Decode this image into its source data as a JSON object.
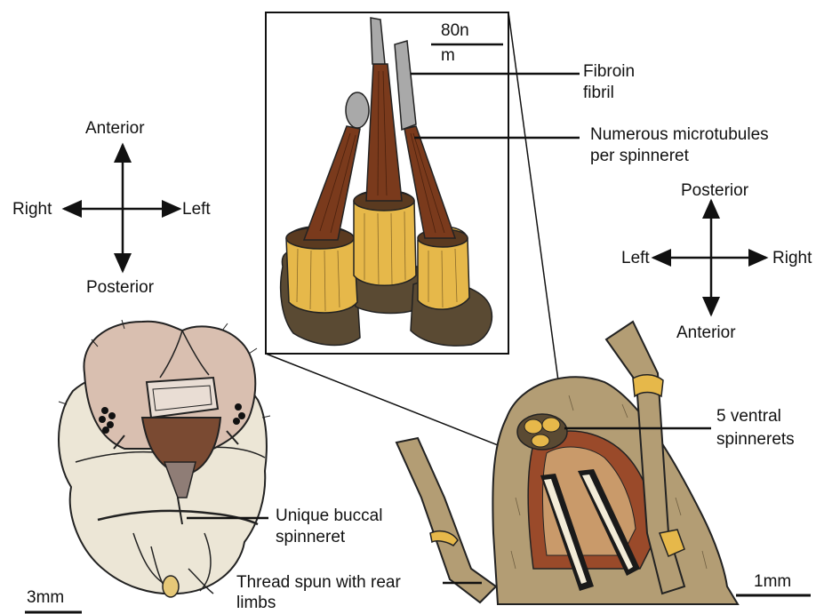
{
  "compass_left": {
    "top": "Anterior",
    "bottom": "Posterior",
    "left": "Right",
    "right": "Left"
  },
  "compass_right": {
    "top": "Posterior",
    "bottom": "Anterior",
    "left": "Left",
    "right": "Right"
  },
  "inset_scale": {
    "line1": "80n",
    "line2": "m"
  },
  "labels": {
    "fibroin_1": "Fibroin",
    "fibroin_2": "fibril",
    "microtubules_1": "Numerous  microtubules",
    "microtubules_2": "per spinneret",
    "ventral_1": "5 ventral",
    "ventral_2": "spinnerets",
    "buccal_1": "Unique buccal",
    "buccal_2": "spinneret",
    "thread_1": "Thread spun with rear",
    "thread_2": "limbs"
  },
  "scale_left": "3mm",
  "scale_right": "1mm",
  "colors": {
    "spinneret_brown": "#7a3a1c",
    "collar_yellow": "#e6b84a",
    "base_dark": "#5a4a33",
    "abdomen_tan": "#b39d74",
    "head_pink": "#d9bfb0",
    "body_cream": "#ece6d6",
    "fibril_gray": "#a9a9a9"
  }
}
